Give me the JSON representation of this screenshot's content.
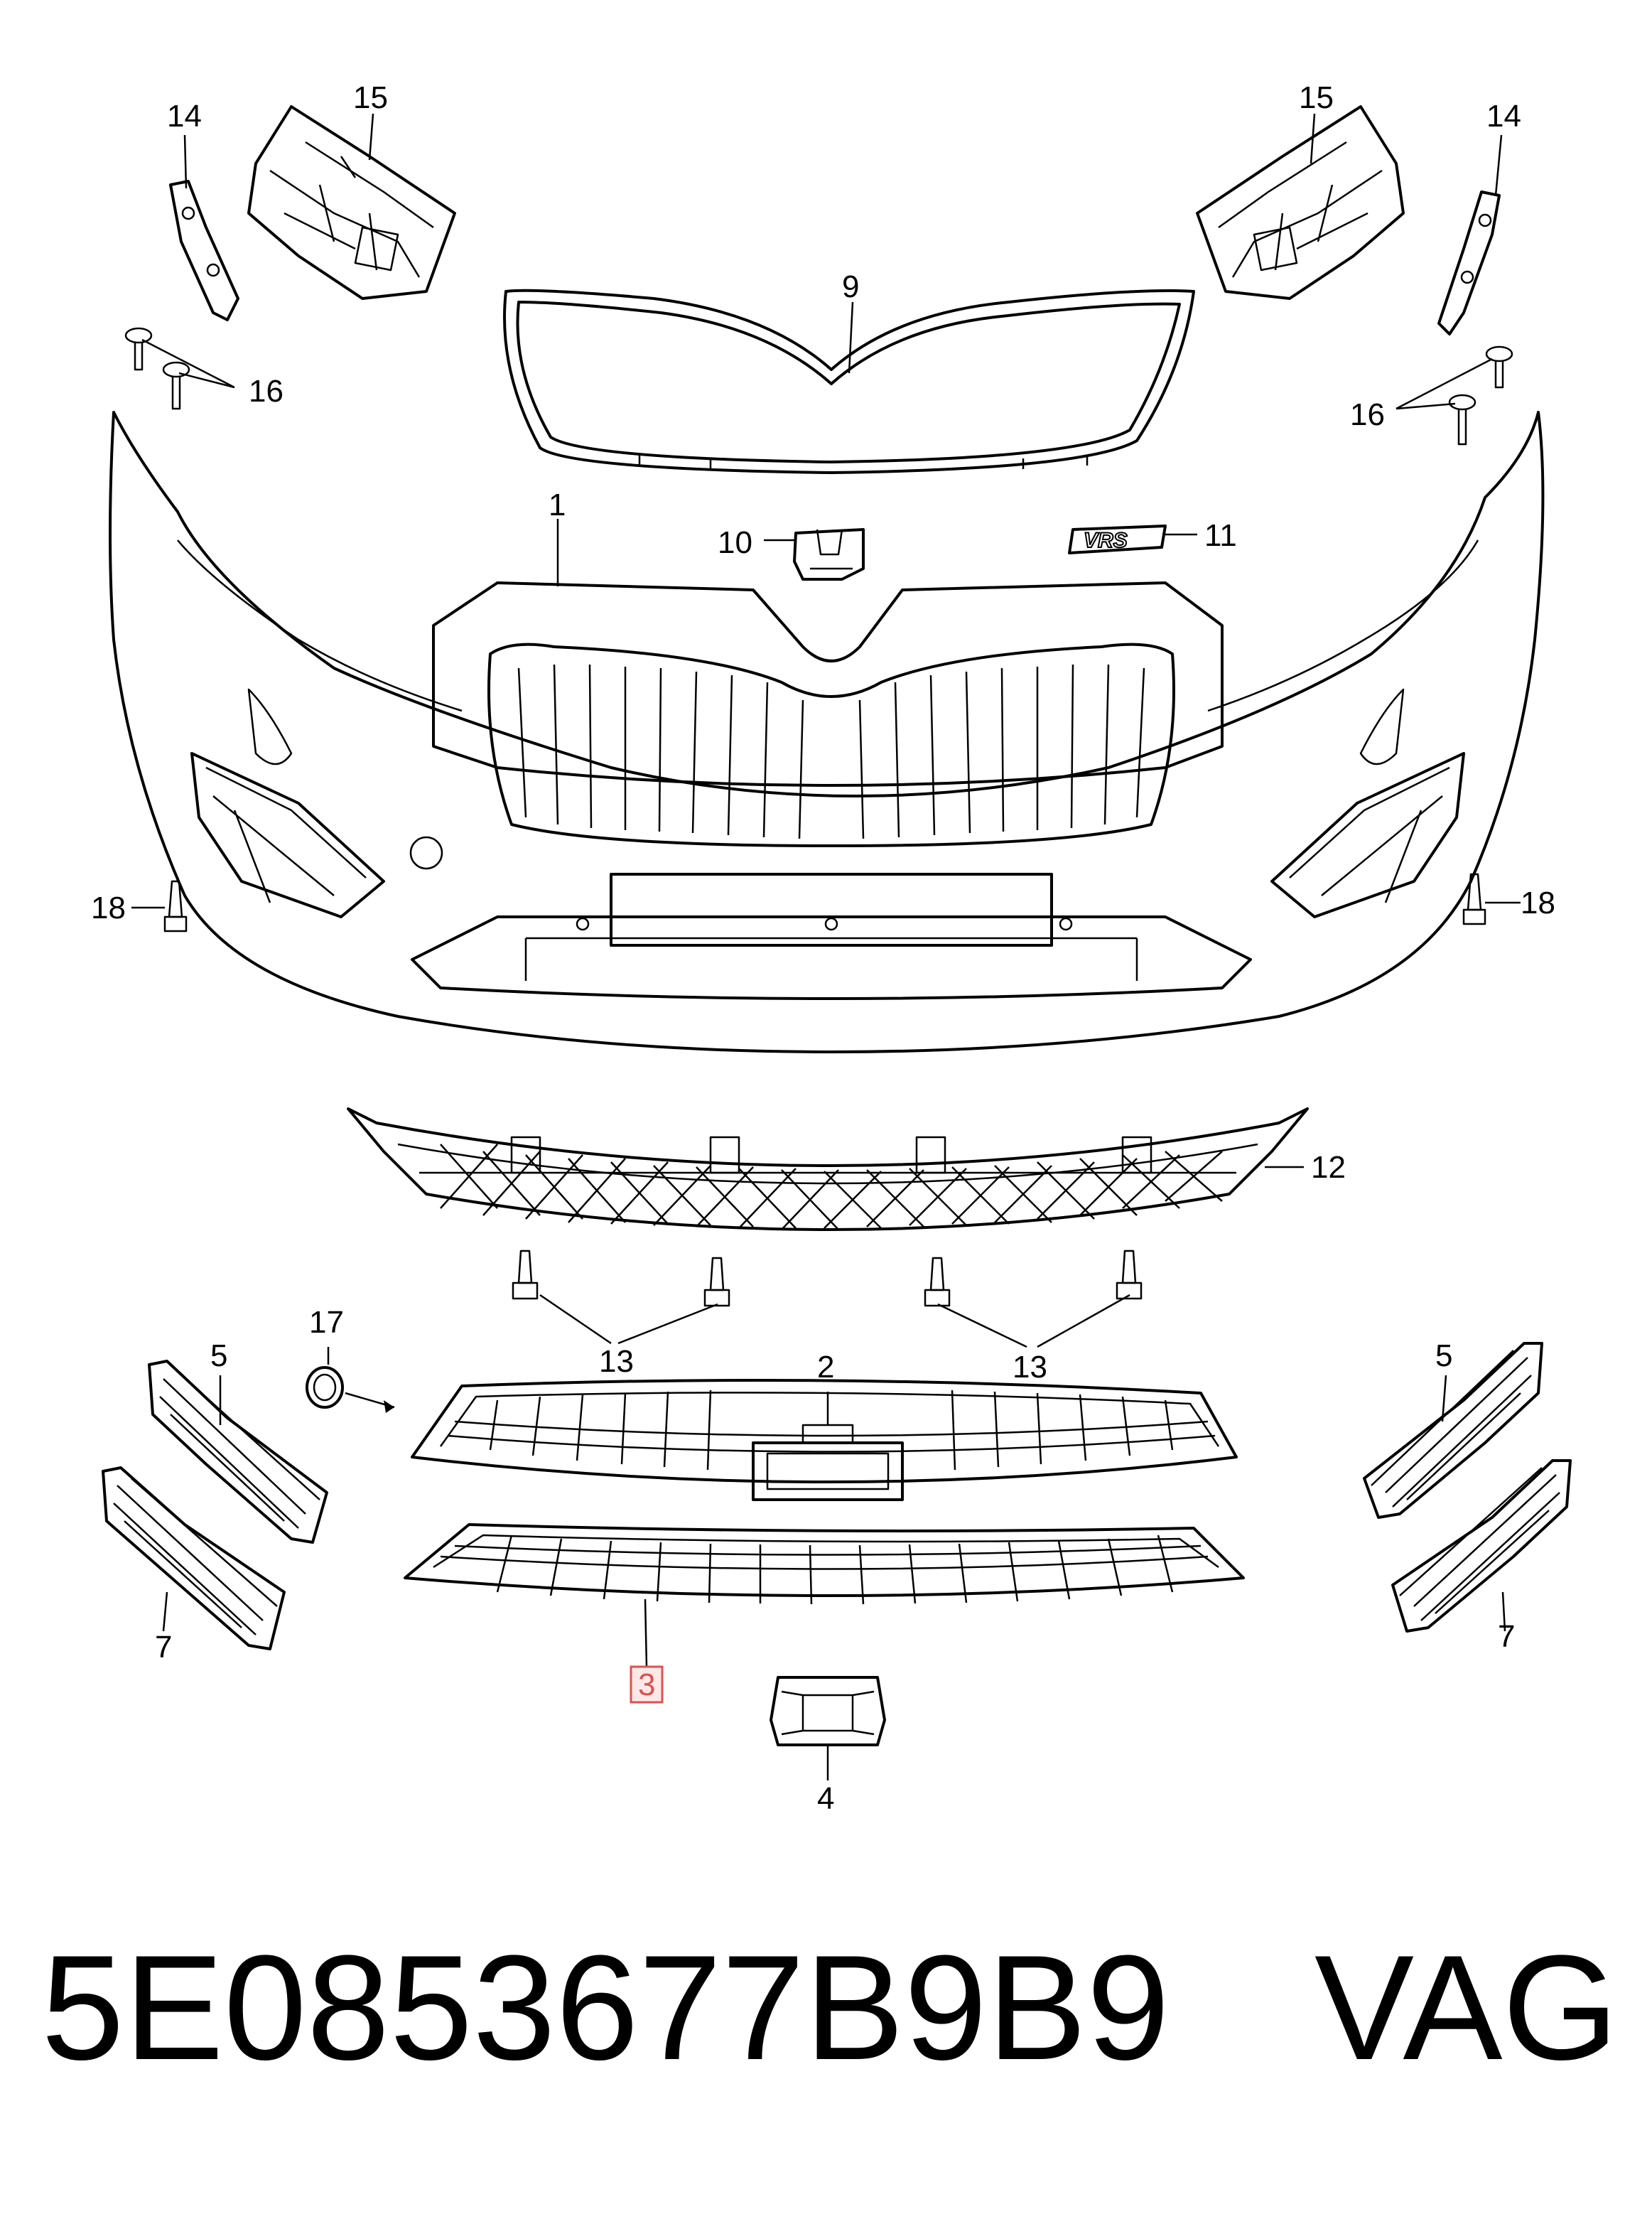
{
  "callouts": {
    "c1": "1",
    "c2": "2",
    "c3": "3",
    "c4": "4",
    "c5_left": "5",
    "c5_right": "5",
    "c7_left": "7",
    "c7_right": "7",
    "c9": "9",
    "c10": "10",
    "c11": "11",
    "c12": "12",
    "c13_left": "13",
    "c13_right": "13",
    "c14_left": "14",
    "c14_right": "14",
    "c15_left": "15",
    "c15_right": "15",
    "c16_left": "16",
    "c16_right": "16",
    "c17": "17",
    "c18_left": "18",
    "c18_right": "18"
  },
  "badge_text": "VRS",
  "highlight_color": "#d9534f",
  "footer": {
    "part_number": "5E0853677B9B9",
    "brand": "VAG"
  }
}
